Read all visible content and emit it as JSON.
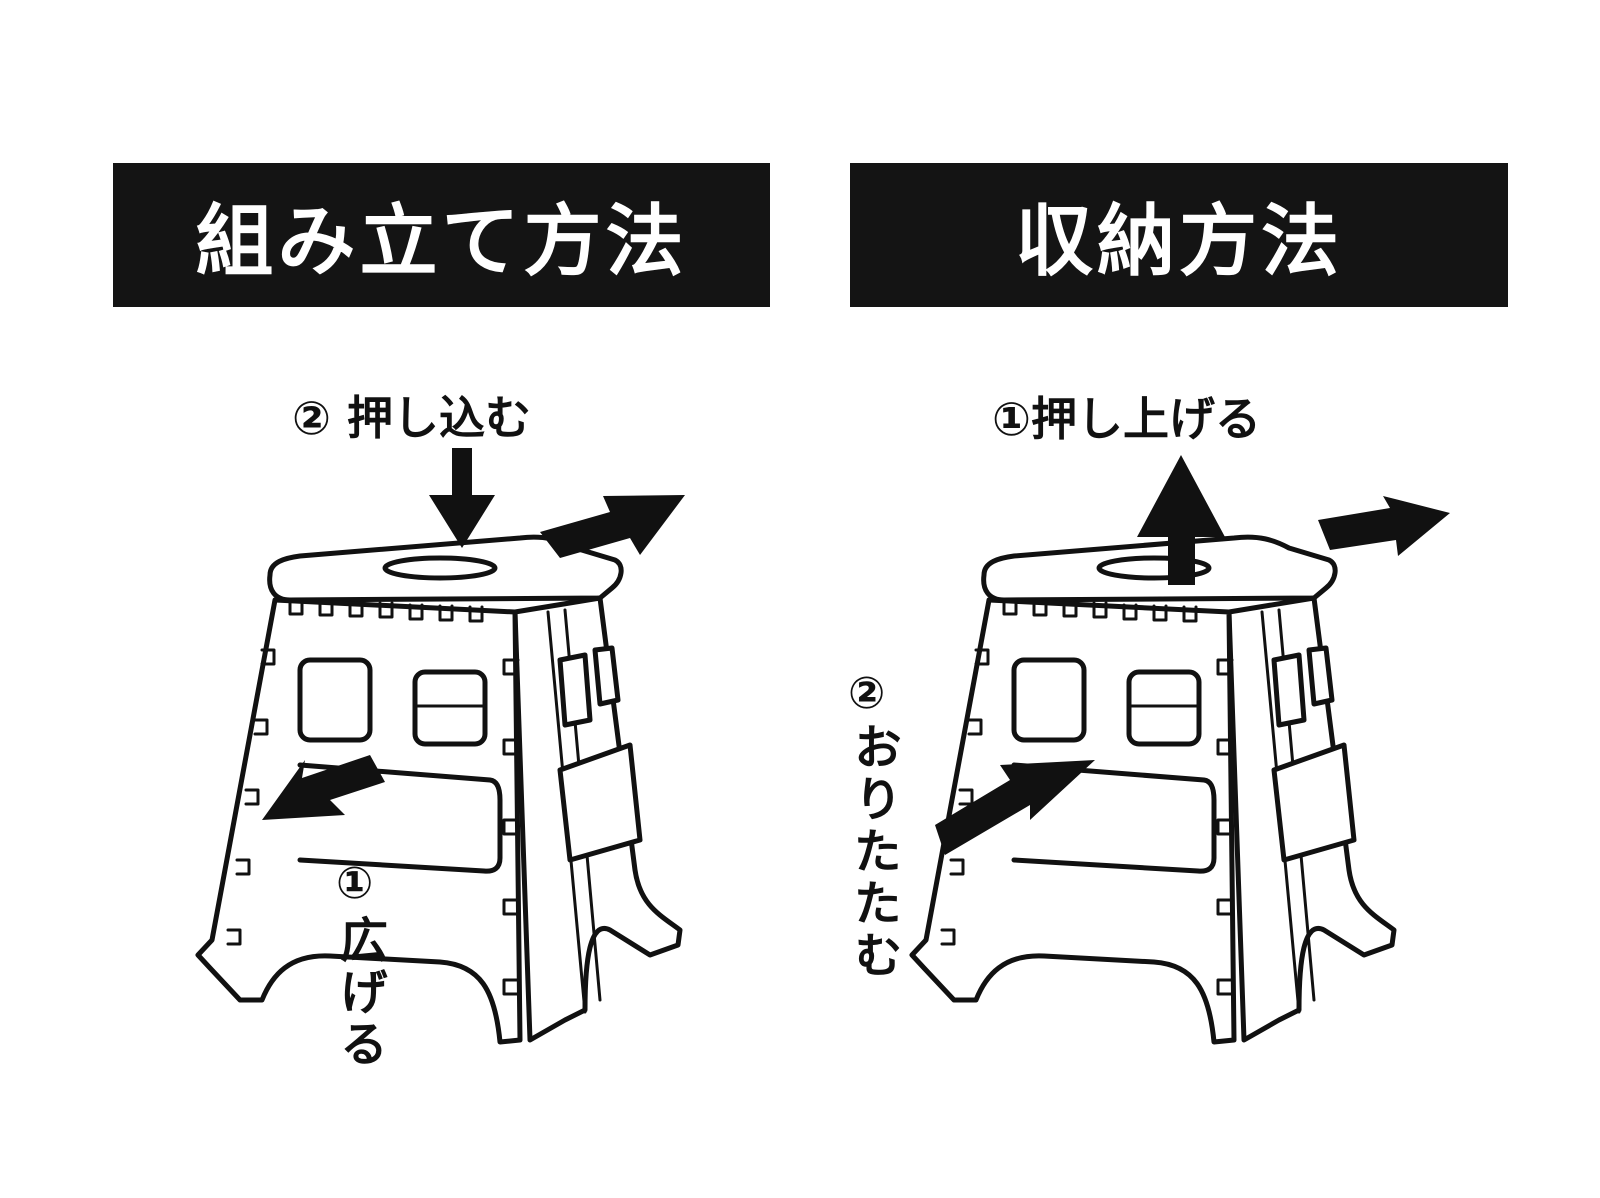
{
  "colors": {
    "ink": "#111111",
    "paper": "#ffffff",
    "banner": "#141414"
  },
  "assembly": {
    "title": "組み立て方法",
    "step2": "② 押し込む",
    "step1_num": "①",
    "step1_text": "広げる"
  },
  "storage": {
    "title": "収納方法",
    "step1": "①押し上げる",
    "step2_num": "②",
    "step2_text": "おりたたむ"
  }
}
